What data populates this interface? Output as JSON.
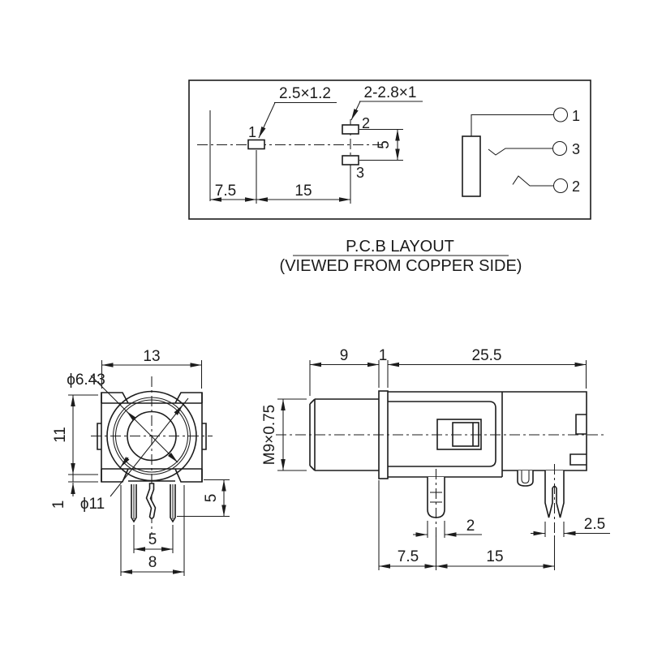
{
  "pcb_layout": {
    "title": "P.C.B LAYOUT",
    "subtitle": "(VIEWED FROM COPPER SIDE)",
    "pad1_label": "1",
    "pad2_label": "2",
    "pad3_label": "3",
    "pad1_size": "2.5×1.2",
    "pads23_size": "2-2.8×1",
    "dim_offset": "7.5",
    "dim_pitch": "15",
    "dim_gap": "5",
    "schematic": {
      "pin1": "1",
      "pin3": "3",
      "pin2": "2"
    }
  },
  "front_view": {
    "dim_width": "13",
    "dim_height": "11",
    "dim_tab": "1",
    "dim_bore": "ϕ6.43",
    "dim_outer": "ϕ11",
    "dim_pin_len": "5",
    "dim_pin_pitch": "5",
    "dim_pin_span": "8"
  },
  "side_view": {
    "dim_bush_len": "9",
    "dim_flange": "1",
    "dim_body_len": "25.5",
    "thread": "M9×0.75",
    "dim_pin_w": "2",
    "dim_fork_w": "2.5",
    "dim_pin_x": "7.5",
    "dim_pitch": "15"
  }
}
